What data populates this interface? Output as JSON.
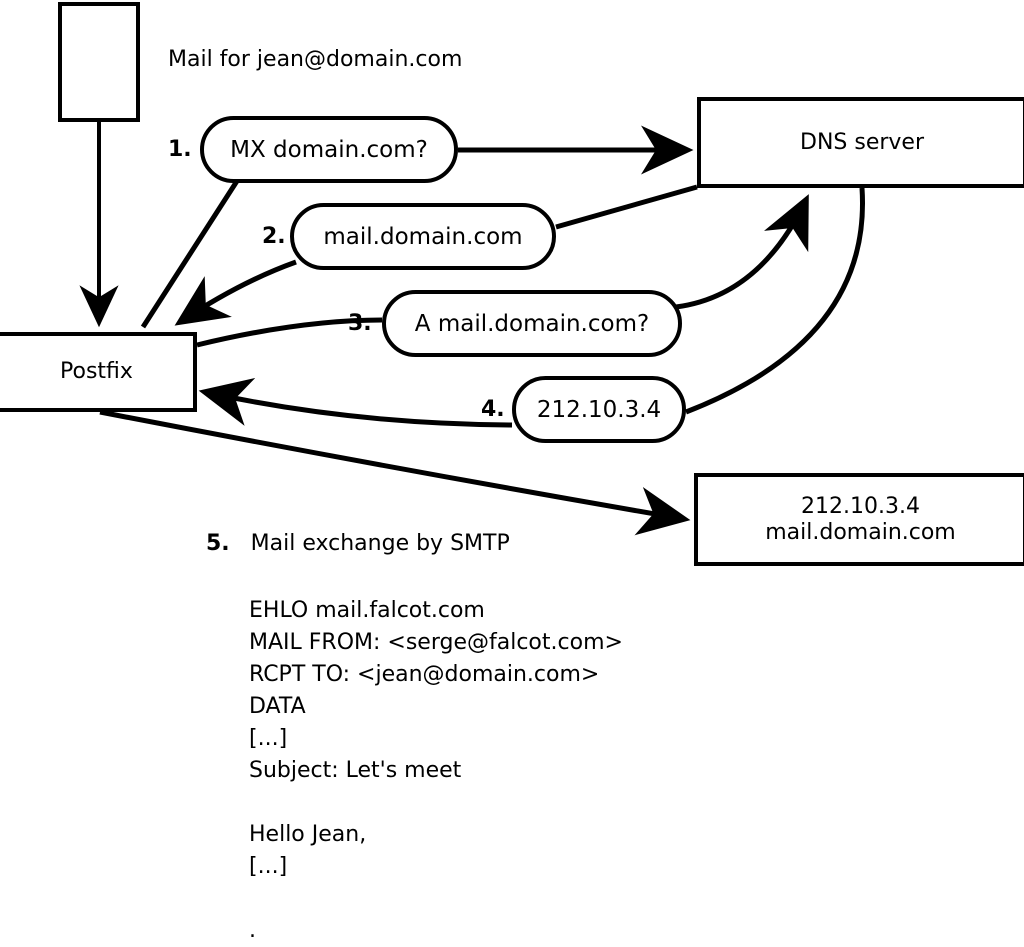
{
  "diagram": {
    "headline": "Mail for jean@domain.com",
    "nodes": {
      "sender_box": {
        "label": ""
      },
      "postfix": {
        "label": "Postfix"
      },
      "dns_server": {
        "label": "DNS server"
      },
      "destination": {
        "label": "212.10.3.4\nmail.domain.com"
      }
    },
    "steps": [
      {
        "number": "1.",
        "text": "MX domain.com?"
      },
      {
        "number": "2.",
        "text": "mail.domain.com"
      },
      {
        "number": "3.",
        "text": "A mail.domain.com?"
      },
      {
        "number": "4.",
        "text": "212.10.3.4"
      }
    ],
    "step5": {
      "number": "5.",
      "text": "Mail exchange by SMTP"
    },
    "transcript": {
      "lines": [
        "EHLO mail.falcot.com",
        "MAIL FROM: <serge@falcot.com>",
        "RCPT TO: <jean@domain.com>",
        "DATA",
        "[...]",
        "Subject: Let's meet",
        "",
        "Hello Jean,",
        "[...]",
        "",
        "."
      ]
    },
    "colors": {
      "stroke": "#000000",
      "background": "#ffffff"
    }
  }
}
